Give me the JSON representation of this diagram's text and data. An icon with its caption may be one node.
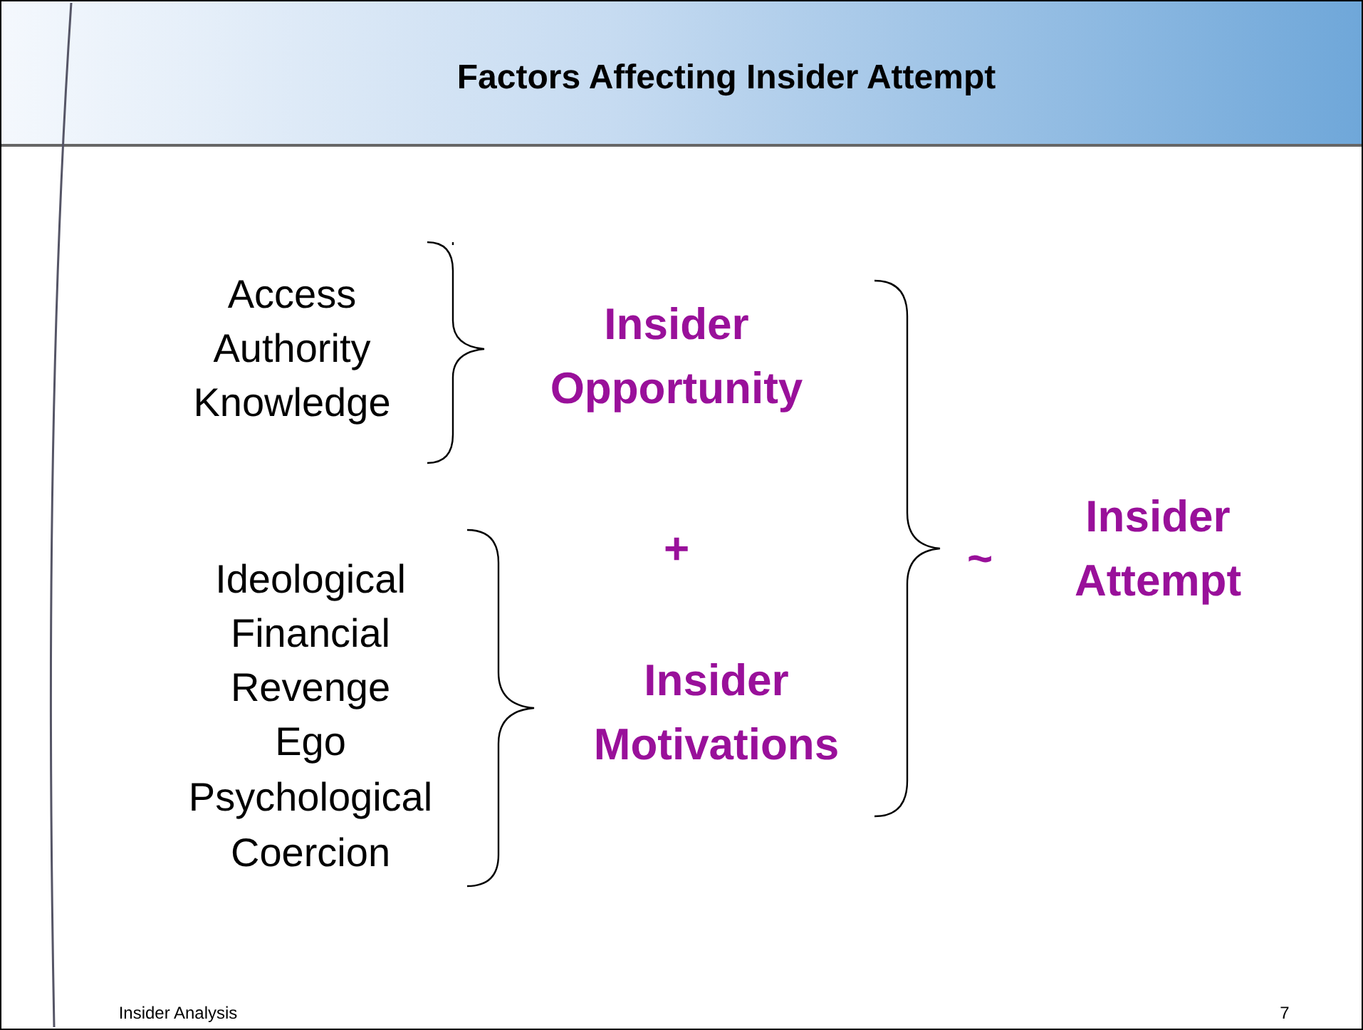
{
  "diagram": {
    "title": "Factors Affecting Insider Attempt",
    "labels": [
      "Access",
      "Authority",
      "Knowledge",
      "Insider Opportunity",
      "+",
      "Ideological",
      "Financial",
      "Revenge",
      "Ego",
      "Psychological",
      "Coercion",
      "Insider Motivations",
      "~",
      "Insider Attempt",
      "Insider Analysis",
      "7"
    ]
  }
}
